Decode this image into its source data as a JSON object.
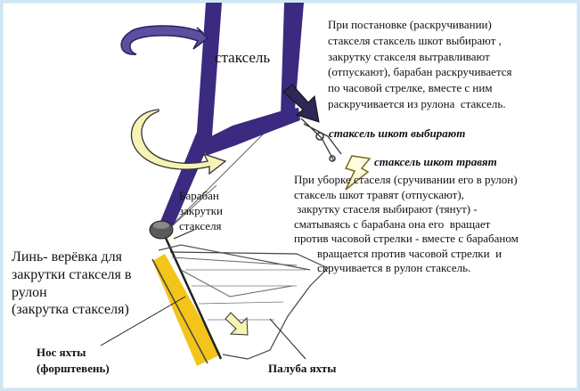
{
  "labels": {
    "staysail": "стаксель",
    "note_hoist": "При постановке (раскручивании)\nстакселя стаксель шкот выбирают ,\nзакрутку стакселя вытравливают\n(отпускают), барабан раскручивается\nпо часовой стрелке, вместе с ним\nраскручивается из рулона  стаксель.",
    "sheet_in": "стаксель шкот выбирают",
    "sheet_out": "стаксель шкот травят",
    "note_furl": "При уборке стаселя (сручивании его в рулон)\nстаксель шкот травят (отпускают),\n закрутку стаселя выбирают (тянут) -\nсматываясь с барабана она его  вращает\nпротив часовой стрелки - вместе с барабаном\n        вращается против часовой стрелки  и\n        скручивается в рулон стаксель.",
    "drum": "Барабан\nзакрутки\nстакселя",
    "furling_line": "Линь- верёвка для\nзакрутки стакселя в\nрулон\n(закрутка стакселя)",
    "bow": "Нос яхты\n(форштевень)",
    "deck": "Палуба яхты"
  },
  "colors": {
    "sail_band": "#3b2a80",
    "arrow_purple": "#5b4fa0",
    "arrow_yellow": "#f6f3b4",
    "stem": "#f3c51a",
    "frame": "#cfe6f4"
  }
}
